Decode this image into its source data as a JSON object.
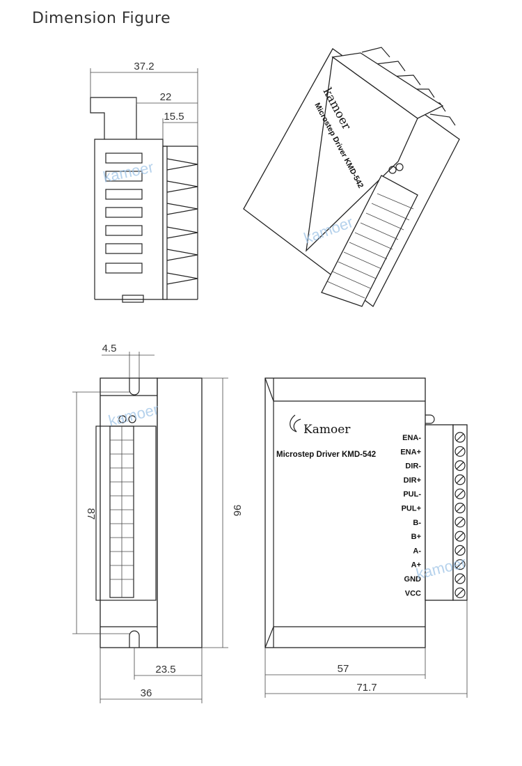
{
  "page": {
    "title": "Dimension Figure"
  },
  "brand": {
    "name": "Kamoer",
    "watermark": "kamoer"
  },
  "product": {
    "model_label": "Microstep Driver KMD-542"
  },
  "terminals": [
    "ENA-",
    "ENA+",
    "DIR-",
    "DIR+",
    "PUL-",
    "PUL+",
    "B-",
    "B+",
    "A-",
    "A+",
    "GND",
    "VCC"
  ],
  "dimensions": {
    "side_total_width": "37.2",
    "side_body_width": "22",
    "side_fin_width": "15.5",
    "front_mount_offset": "4.5",
    "front_hole_spacing": "87",
    "front_height": "96",
    "front_inner_width": "23.5",
    "front_width": "36",
    "top_body_width": "57",
    "top_total_width": "71.7"
  }
}
